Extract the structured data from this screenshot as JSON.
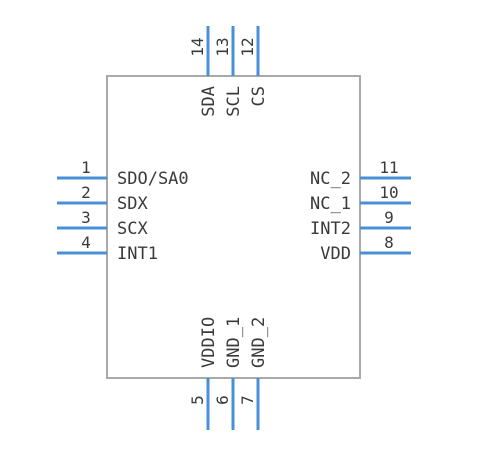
{
  "component": {
    "body_color": "#a9a9a9",
    "pin_color": "#4a90d9",
    "text_color": "#3a3a3a"
  },
  "pins": {
    "left": [
      {
        "number": "1",
        "name": "SDO/SA0"
      },
      {
        "number": "2",
        "name": "SDX"
      },
      {
        "number": "3",
        "name": "SCX"
      },
      {
        "number": "4",
        "name": "INT1"
      }
    ],
    "right": [
      {
        "number": "11",
        "name": "NC_2"
      },
      {
        "number": "10",
        "name": "NC_1"
      },
      {
        "number": "9",
        "name": "INT2"
      },
      {
        "number": "8",
        "name": "VDD"
      }
    ],
    "top": [
      {
        "number": "14",
        "name": "SDA"
      },
      {
        "number": "13",
        "name": "SCL"
      },
      {
        "number": "12",
        "name": "CS"
      }
    ],
    "bottom": [
      {
        "number": "5",
        "name": "VDDIO"
      },
      {
        "number": "6",
        "name": "GND_1"
      },
      {
        "number": "7",
        "name": "GND_2"
      }
    ]
  }
}
